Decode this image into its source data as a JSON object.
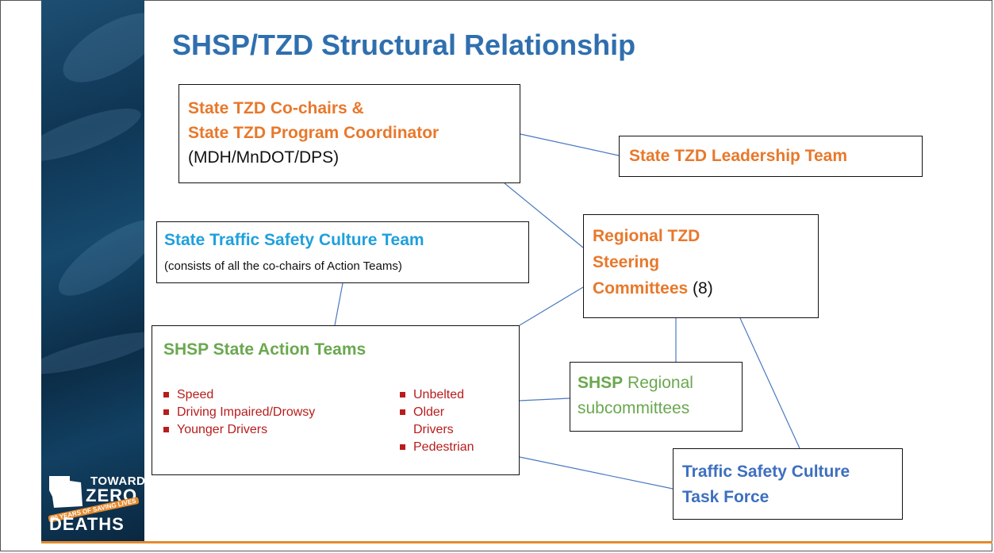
{
  "title": "SHSP/TZD Structural Relationship",
  "boxes": {
    "cochairs": {
      "line1": "State TZD Co-chairs &",
      "line2": "State TZD Program Coordinator",
      "line3": "(MDH/MnDOT/DPS)"
    },
    "leadership": {
      "label": "State TZD Leadership Team"
    },
    "culture_team": {
      "title": "State Traffic Safety Culture Team",
      "subtitle": "(consists of all the co-chairs of Action Teams)"
    },
    "regional": {
      "line1": "Regional TZD",
      "line2": "Steering",
      "line3": "Committees",
      "count": "(8)"
    },
    "action_teams": {
      "title": "SHSP State Action Teams",
      "col1": [
        "Speed",
        "Driving Impaired/Drowsy",
        "Younger Drivers"
      ],
      "col2_a": "Unbelted",
      "col2_b1": "Older",
      "col2_b2": "Drivers",
      "col2_c": "Pedestrian"
    },
    "subcommittees": {
      "prefix": "SHSP",
      "rest": "Regional",
      "line2": "subcommittees"
    },
    "task_force": {
      "line1": "Traffic Safety Culture",
      "line2": "Task Force"
    }
  },
  "logo": {
    "toward": "TOWARD",
    "zero": "ZERO",
    "tagline": "20 YEARS OF SAVING LIVES",
    "deaths": "DEATHS"
  },
  "colors": {
    "title_blue": "#2f6fae",
    "orange": "#e8782b",
    "light_blue": "#1fa0dc",
    "green": "#6aa84f",
    "red": "#b91c1c",
    "task_blue": "#3d6fc0",
    "connector": "#4a79c0"
  }
}
